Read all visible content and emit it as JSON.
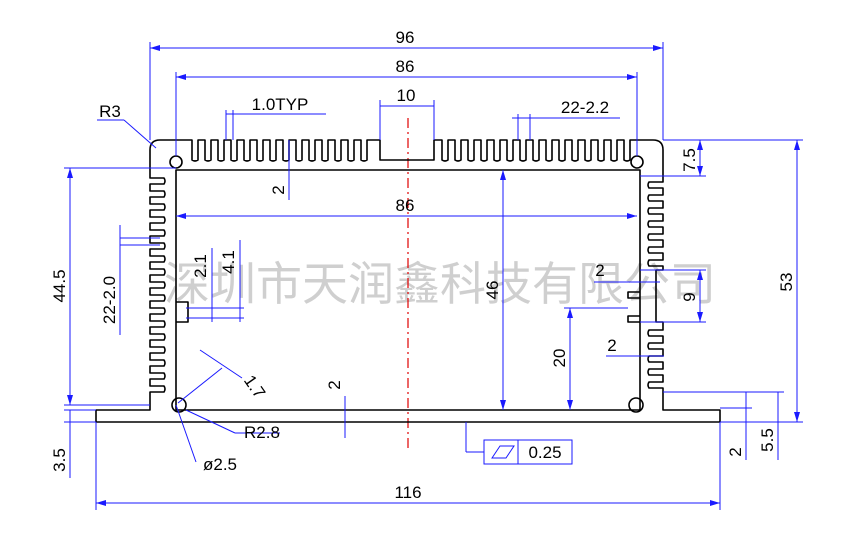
{
  "watermark": "深圳市天润鑫科技有限公司",
  "colors": {
    "outline": "#000000",
    "dimension": "#1a1aff",
    "centerline": "#e00000",
    "watermark": "#cfcfcf"
  },
  "dimensions": {
    "overall_width": "96",
    "inner_width_top": "86",
    "inner_width_mid": "86",
    "fin_thickness": "1.0TYP",
    "center_gap": "10",
    "fin_spec_top": "22-2.2",
    "corner_radius": "R3",
    "top_fin_depth": "2",
    "side_height": "44.5",
    "side_fin_spec": "22-2.0",
    "slot_dim_a": "2.1",
    "slot_dim_b": "4.1",
    "inner_height": "46",
    "overall_height": "53",
    "top_offset": "7.5",
    "right_slot_gap": "2",
    "right_slot_height": "9",
    "right_rib_gap": "2",
    "rib_height": "20",
    "bottom_gap": "2",
    "bolt_dim": "1.7",
    "fillet": "R2.8",
    "hole_diameter": "ø2.5",
    "base_thickness": "3.5",
    "base_step": "2",
    "base_height": "5.5",
    "base_width": "116",
    "flatness_value": "0.25"
  }
}
